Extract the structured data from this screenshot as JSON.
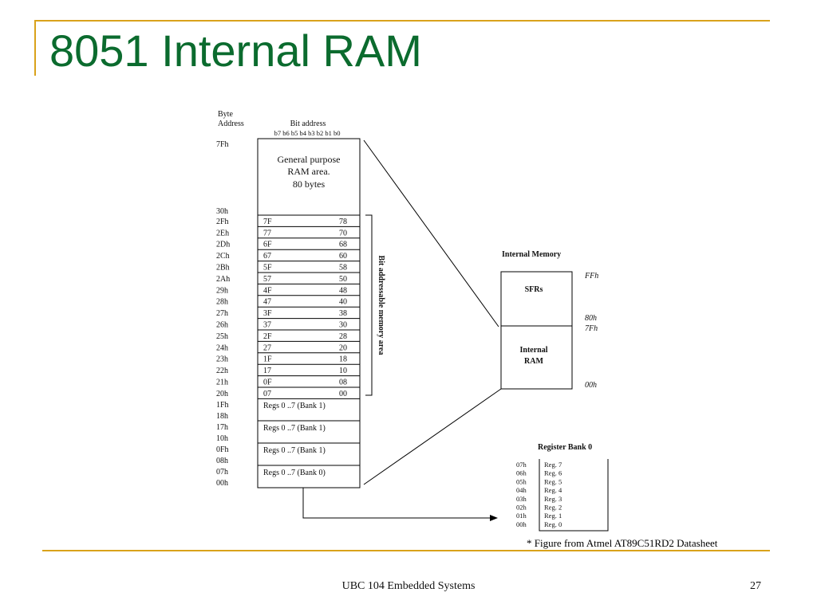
{
  "slide": {
    "title": "8051 Internal RAM",
    "caption": "* Figure from Atmel AT89C51RD2 Datasheet",
    "footer": "UBC 104 Embedded Systems",
    "page_number": "27",
    "accent_color": "#d9a21b",
    "title_color": "#0b6b2e"
  },
  "ram_map": {
    "byte_address_header": [
      "Byte",
      "Address"
    ],
    "bit_address_header": "Bit address",
    "bit_labels": "b7 b6 b5 b4 b3 b2 b1 b0",
    "top_address": "7Fh",
    "general_area_address": "30h",
    "general_area_text": [
      "General purpose",
      "RAM area.",
      "80 bytes"
    ],
    "bit_rows": [
      {
        "addr": "2Fh",
        "hi": "7F",
        "lo": "78"
      },
      {
        "addr": "2Eh",
        "hi": "77",
        "lo": "70"
      },
      {
        "addr": "2Dh",
        "hi": "6F",
        "lo": "68"
      },
      {
        "addr": "2Ch",
        "hi": "67",
        "lo": "60"
      },
      {
        "addr": "2Bh",
        "hi": "5F",
        "lo": "58"
      },
      {
        "addr": "2Ah",
        "hi": "57",
        "lo": "50"
      },
      {
        "addr": "29h",
        "hi": "4F",
        "lo": "48"
      },
      {
        "addr": "28h",
        "hi": "47",
        "lo": "40"
      },
      {
        "addr": "27h",
        "hi": "3F",
        "lo": "38"
      },
      {
        "addr": "26h",
        "hi": "37",
        "lo": "30"
      },
      {
        "addr": "25h",
        "hi": "2F",
        "lo": "28"
      },
      {
        "addr": "24h",
        "hi": "27",
        "lo": "20"
      },
      {
        "addr": "23h",
        "hi": "1F",
        "lo": "18"
      },
      {
        "addr": "22h",
        "hi": "17",
        "lo": "10"
      },
      {
        "addr": "21h",
        "hi": "0F",
        "lo": "08"
      },
      {
        "addr": "20h",
        "hi": "07",
        "lo": "00"
      }
    ],
    "bit_area_label": "Bit addressable memory area",
    "bank_rows": [
      {
        "addr_top": "1Fh",
        "addr_bot": "18h",
        "label": "Regs 0 ..7 (Bank 1)"
      },
      {
        "addr_top": "17h",
        "addr_bot": "10h",
        "label": "Regs 0 ..7 (Bank 1)"
      },
      {
        "addr_top": "0Fh",
        "addr_bot": "08h",
        "label": "Regs 0 ..7 (Bank 1)"
      },
      {
        "addr_top": "07h",
        "addr_bot": "00h",
        "label": "Regs 0 ..7 (Bank 0)"
      }
    ]
  },
  "internal_memory": {
    "title": "Internal Memory",
    "upper_block": "SFRs",
    "lower_block": [
      "Internal",
      "RAM"
    ],
    "addr_ff": "FFh",
    "addr_80": "80h",
    "addr_7f": "7Fh",
    "addr_00": "00h"
  },
  "register_bank": {
    "title": "Register Bank 0",
    "rows": [
      {
        "addr": "07h",
        "reg": "Reg. 7"
      },
      {
        "addr": "06h",
        "reg": "Reg. 6"
      },
      {
        "addr": "05h",
        "reg": "Reg. 5"
      },
      {
        "addr": "04h",
        "reg": "Reg. 4"
      },
      {
        "addr": "03h",
        "reg": "Reg. 3"
      },
      {
        "addr": "02h",
        "reg": "Reg. 2"
      },
      {
        "addr": "01h",
        "reg": "Reg. 1"
      },
      {
        "addr": "00h",
        "reg": "Reg. 0"
      }
    ]
  }
}
